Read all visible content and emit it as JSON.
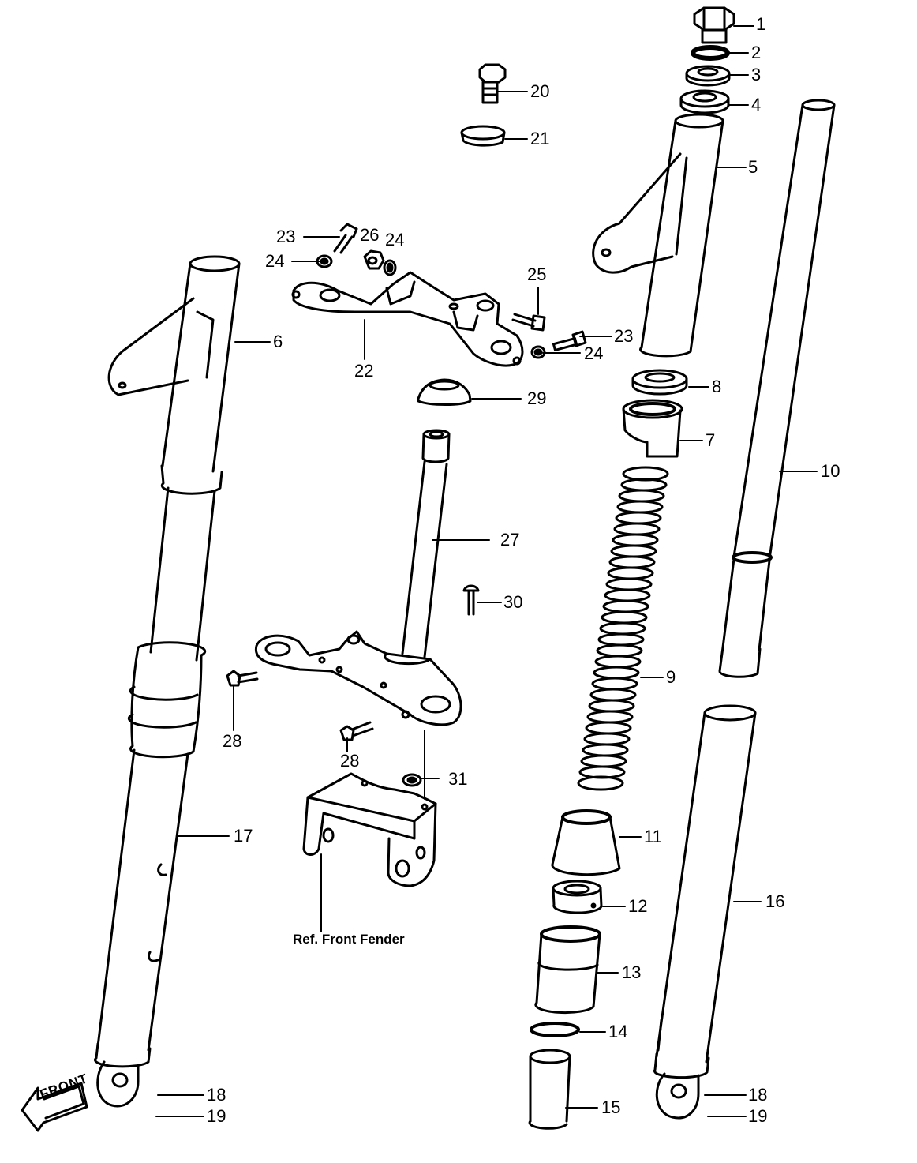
{
  "labels": {
    "p1": "1",
    "p2": "2",
    "p3": "3",
    "p4": "4",
    "p5": "5",
    "p6": "6",
    "p7": "7",
    "p8": "8",
    "p9": "9",
    "p10": "10",
    "p11": "11",
    "p12": "12",
    "p13": "13",
    "p14": "14",
    "p15": "15",
    "p16": "16",
    "p17": "17",
    "p18a": "18",
    "p18b": "18",
    "p19a": "19",
    "p19b": "19",
    "p20": "20",
    "p21": "21",
    "p22": "22",
    "p23a": "23",
    "p23b": "23",
    "p24a": "24",
    "p24b": "24",
    "p24c": "24",
    "p25": "25",
    "p26": "26",
    "p27": "27",
    "p28a": "28",
    "p28b": "28",
    "p29": "29",
    "p30": "30",
    "p31": "31"
  },
  "reference_note": "Ref. Front Fender",
  "front_badge": "FRONT"
}
